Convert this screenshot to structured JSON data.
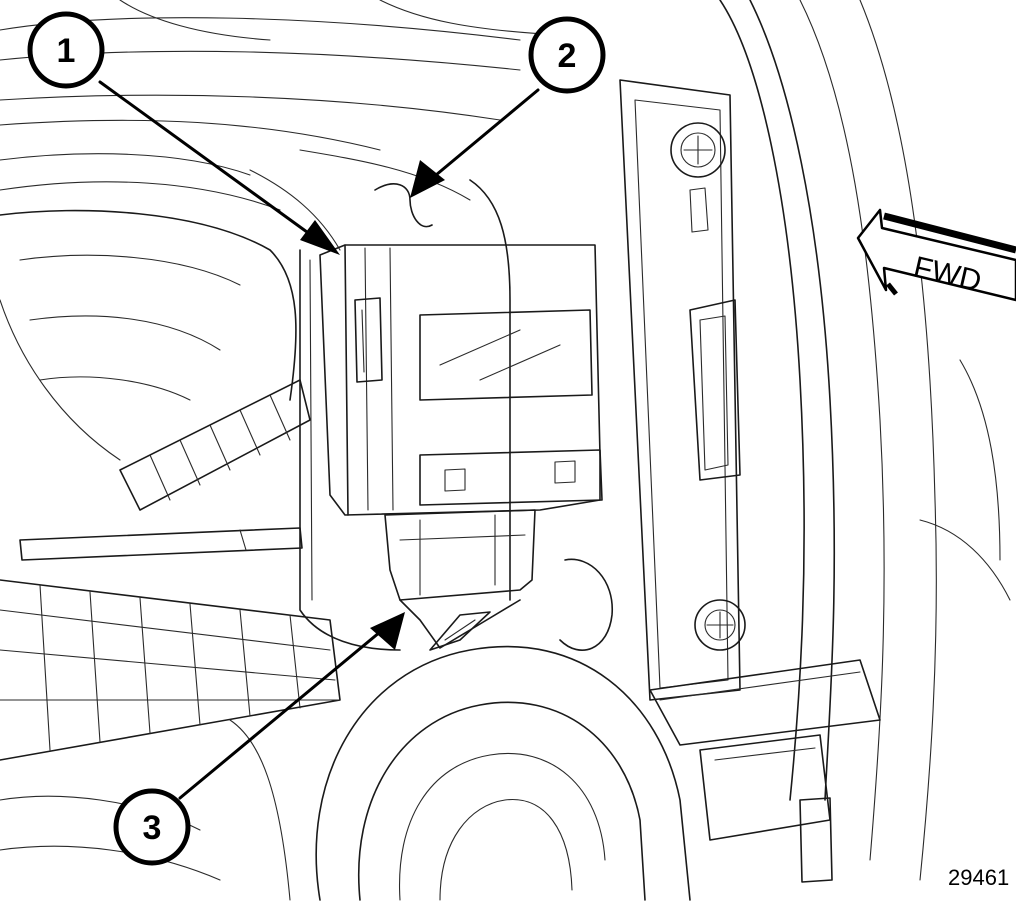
{
  "callouts": [
    {
      "label": "1"
    },
    {
      "label": "2"
    },
    {
      "label": "3"
    }
  ],
  "direction_arrow": {
    "label": "FWD"
  },
  "figure_number": "29461"
}
